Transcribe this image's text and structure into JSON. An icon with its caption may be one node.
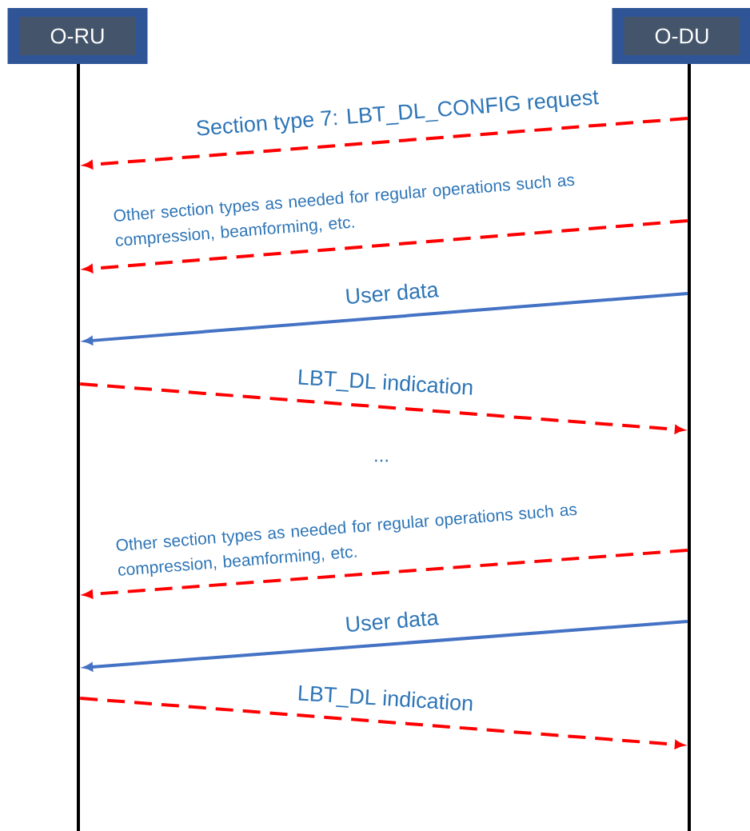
{
  "diagram": {
    "nodes": [
      {
        "text": [
          "O-RU"
        ]
      },
      {
        "text": [
          "O-DU"
        ]
      },
      {
        "text": [],
        "shape": "bar"
      },
      {
        "text": [],
        "shape": "bar"
      }
    ],
    "edges": [
      {
        "from": 3,
        "to": 2,
        "arrow": "to",
        "style": "dashed",
        "label": "Section type 7: LBT_DL_CONFIG request"
      },
      {
        "from": 3,
        "to": 2,
        "arrow": "to",
        "style": "dashed",
        "label": "Other section types as needed for regular operations such as compression, beamforming, etc."
      },
      {
        "from": 3,
        "to": 2,
        "arrow": "to",
        "color": "#4472c4",
        "label": "User data"
      },
      {
        "from": 2,
        "to": 3,
        "arrow": "to",
        "style": "dashed",
        "label": "LBT_DL indication"
      },
      {
        "from": 3,
        "to": 2,
        "arrow": "to",
        "style": "dashed",
        "label": "Other section types as needed for regular operations such as compression, beamforming, etc."
      },
      {
        "from": 3,
        "to": 2,
        "arrow": "to",
        "color": "#4472c4",
        "label": "User data"
      },
      {
        "from": 2,
        "to": 3,
        "arrow": "to",
        "style": "dashed",
        "label": "LBT_DL indication"
      }
    ],
    "labels": [
      "..."
    ]
  }
}
